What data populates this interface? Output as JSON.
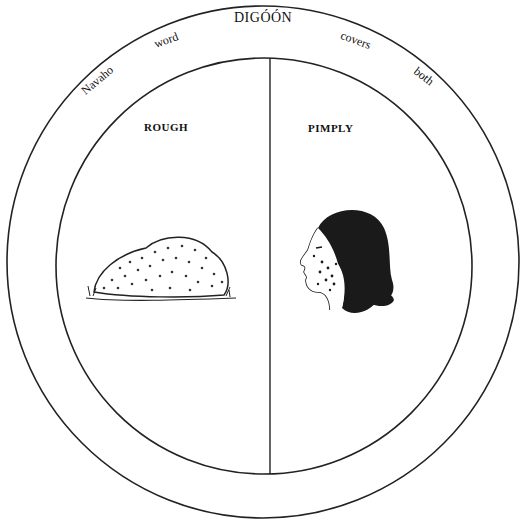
{
  "diagram": {
    "nodes": [
      {
        "text": [
          "ROUGH"
        ]
      },
      {
        "text": [
          "PIMPLY"
        ]
      }
    ],
    "labels": [
      "Navaho",
      "word",
      "DIGÓÓN",
      "covers",
      "both"
    ]
  }
}
